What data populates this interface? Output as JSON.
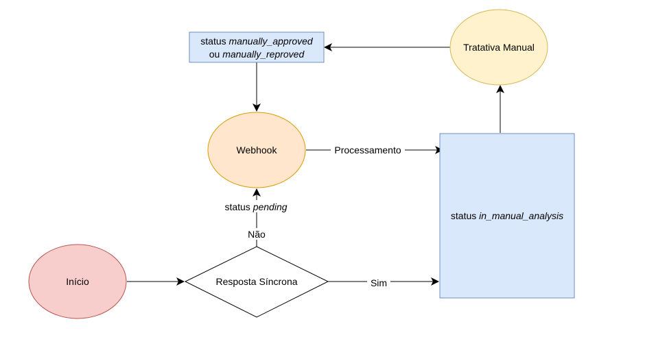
{
  "nodes": {
    "inicio": {
      "label": "Início",
      "fill": "#f8cecc",
      "stroke": "#b85450"
    },
    "resposta": {
      "label": "Resposta Síncrona",
      "fill": "#ffffff",
      "stroke": "#000000"
    },
    "webhook": {
      "label": "Webhook",
      "fill": "#ffe6cc",
      "stroke": "#d79b00"
    },
    "manual_analysis": {
      "prefix": "status ",
      "status": "in_manual_analysis",
      "fill": "#dae8fc",
      "stroke": "#6c8ebf"
    },
    "tratativa": {
      "label": "Tratativa Manual",
      "fill": "#fff2cc",
      "stroke": "#d6b656"
    },
    "approved": {
      "line1_prefix": "status ",
      "line1_status": "manually_approved",
      "line2_prefix": "ou ",
      "line2_status": "manually_reproved",
      "fill": "#dae8fc",
      "stroke": "#6c8ebf"
    }
  },
  "edges": {
    "sim": {
      "label": "Sim"
    },
    "nao": {
      "label": "Não"
    },
    "pending": {
      "prefix": "status ",
      "status": "pending"
    },
    "processamento": {
      "label": "Processamento"
    }
  }
}
